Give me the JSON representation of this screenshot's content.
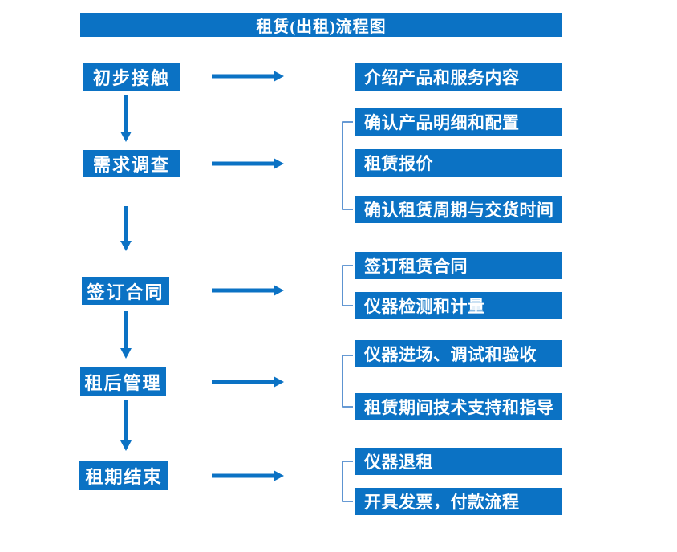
{
  "title": "租赁(出租)流程图",
  "colors": {
    "primary_blue": "#0b72c4",
    "bracket_blue": "#3579c6",
    "text_white": "#ffffff",
    "background": "#ffffff"
  },
  "steps": [
    {
      "label": "初步接触",
      "details": [
        "介绍产品和服务内容"
      ]
    },
    {
      "label": "需求调查",
      "details": [
        "确认产品明细和配置",
        "租赁报价",
        "确认租赁周期与交货时间"
      ]
    },
    {
      "label": "签订合同",
      "details": [
        "签订租赁合同",
        "仪器检测和计量"
      ]
    },
    {
      "label": "租后管理",
      "details": [
        "仪器进场、调试和验收",
        "租赁期间技术支持和指导"
      ]
    },
    {
      "label": "租期结束",
      "details": [
        "仪器退租",
        "开具发票，付款流程"
      ]
    }
  ]
}
